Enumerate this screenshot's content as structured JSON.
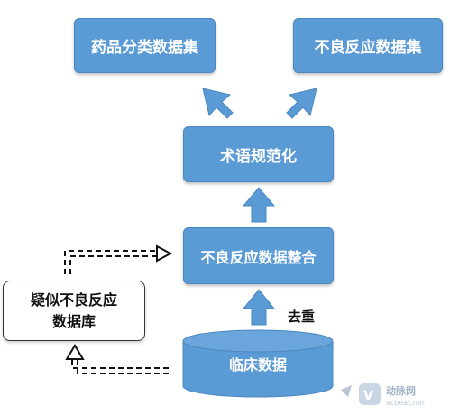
{
  "nodes": {
    "drug_dataset": "药品分类数据集",
    "adr_dataset": "不良反应数据集",
    "term_normalization": "术语规范化",
    "adr_integration": "不良反应数据整合",
    "suspect_db_line1": "疑似不良反应",
    "suspect_db_line2": "数据库",
    "clinical_data": "临床数据"
  },
  "edge_labels": {
    "dedup": "去重"
  },
  "watermark": {
    "text": "动脉网",
    "sub": "vcbeat.net"
  },
  "colors": {
    "box_fill": "#5b9bd5",
    "box_border": "#4a87c0",
    "text_on_box": "#ffffff"
  }
}
